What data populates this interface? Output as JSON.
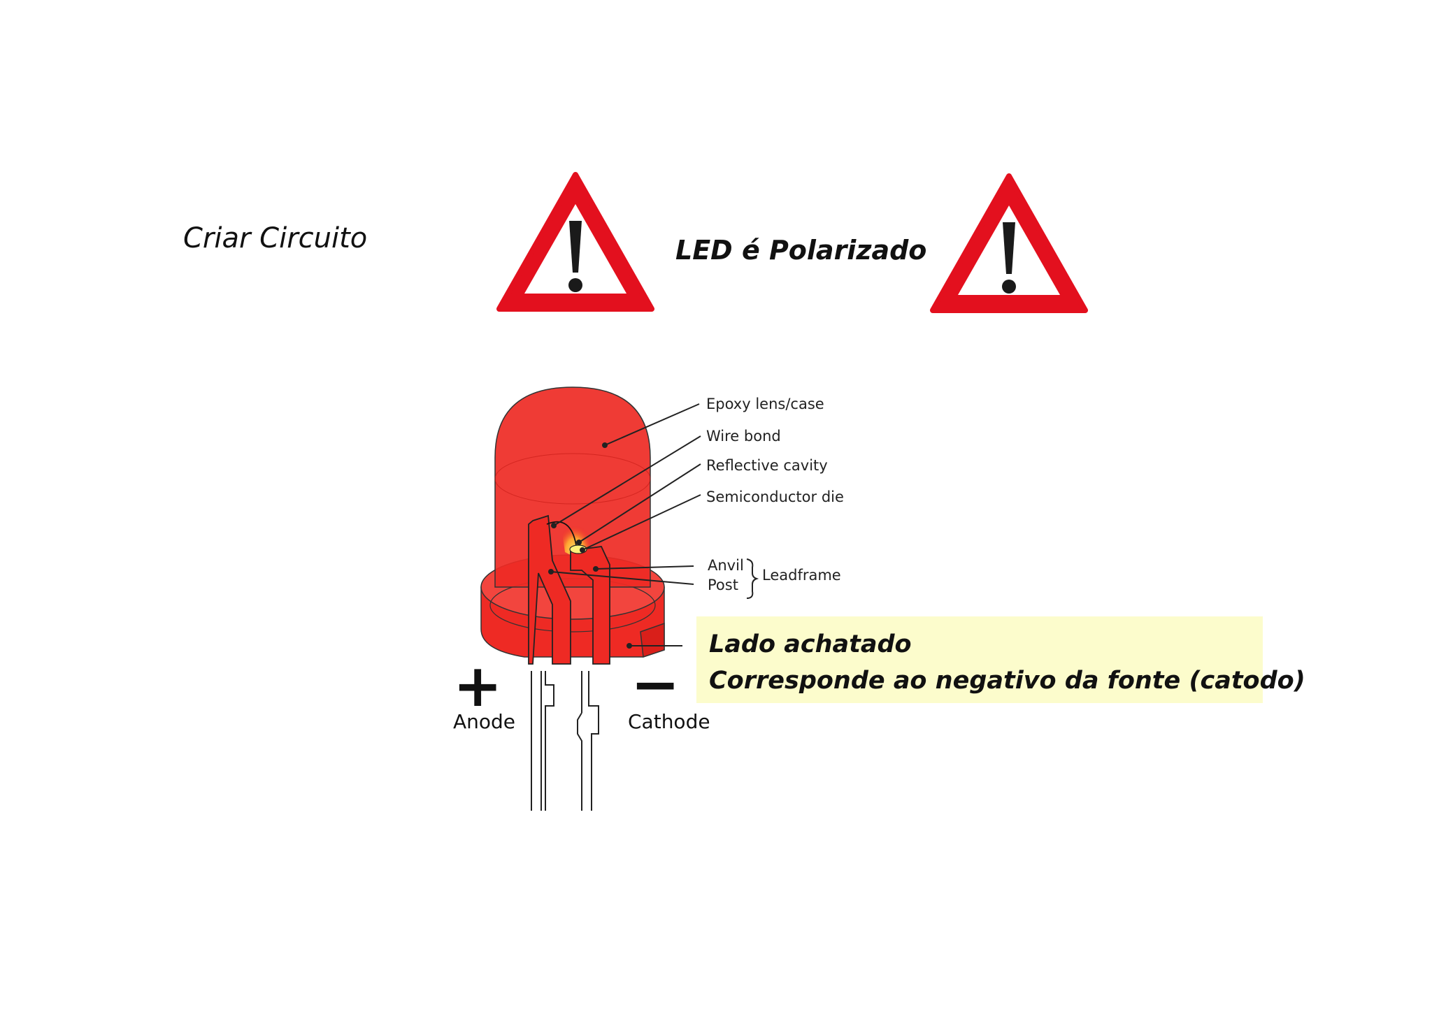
{
  "header": {
    "left_title": "Criar Circuito",
    "center_title": "LED é Polarizado"
  },
  "icons": {
    "warning_left": "warning-triangle-icon",
    "warning_right": "warning-triangle-icon"
  },
  "diagram": {
    "labels": {
      "epoxy": "Epoxy lens/case",
      "wire_bond": "Wire bond",
      "reflective_cavity": "Reflective cavity",
      "semiconductor_die": "Semiconductor die",
      "anvil": "Anvil",
      "post": "Post",
      "leadframe": "Leadframe",
      "anode": "Anode",
      "cathode": "Cathode",
      "plus": "+",
      "minus": "−"
    }
  },
  "note": {
    "line1": "Lado achatado",
    "line2": "Corresponde ao negativo da fonte (catodo)"
  },
  "colors": {
    "led_red": "#ee2a24",
    "warning_red": "#e3101e",
    "note_bg": "#fcfccc"
  }
}
